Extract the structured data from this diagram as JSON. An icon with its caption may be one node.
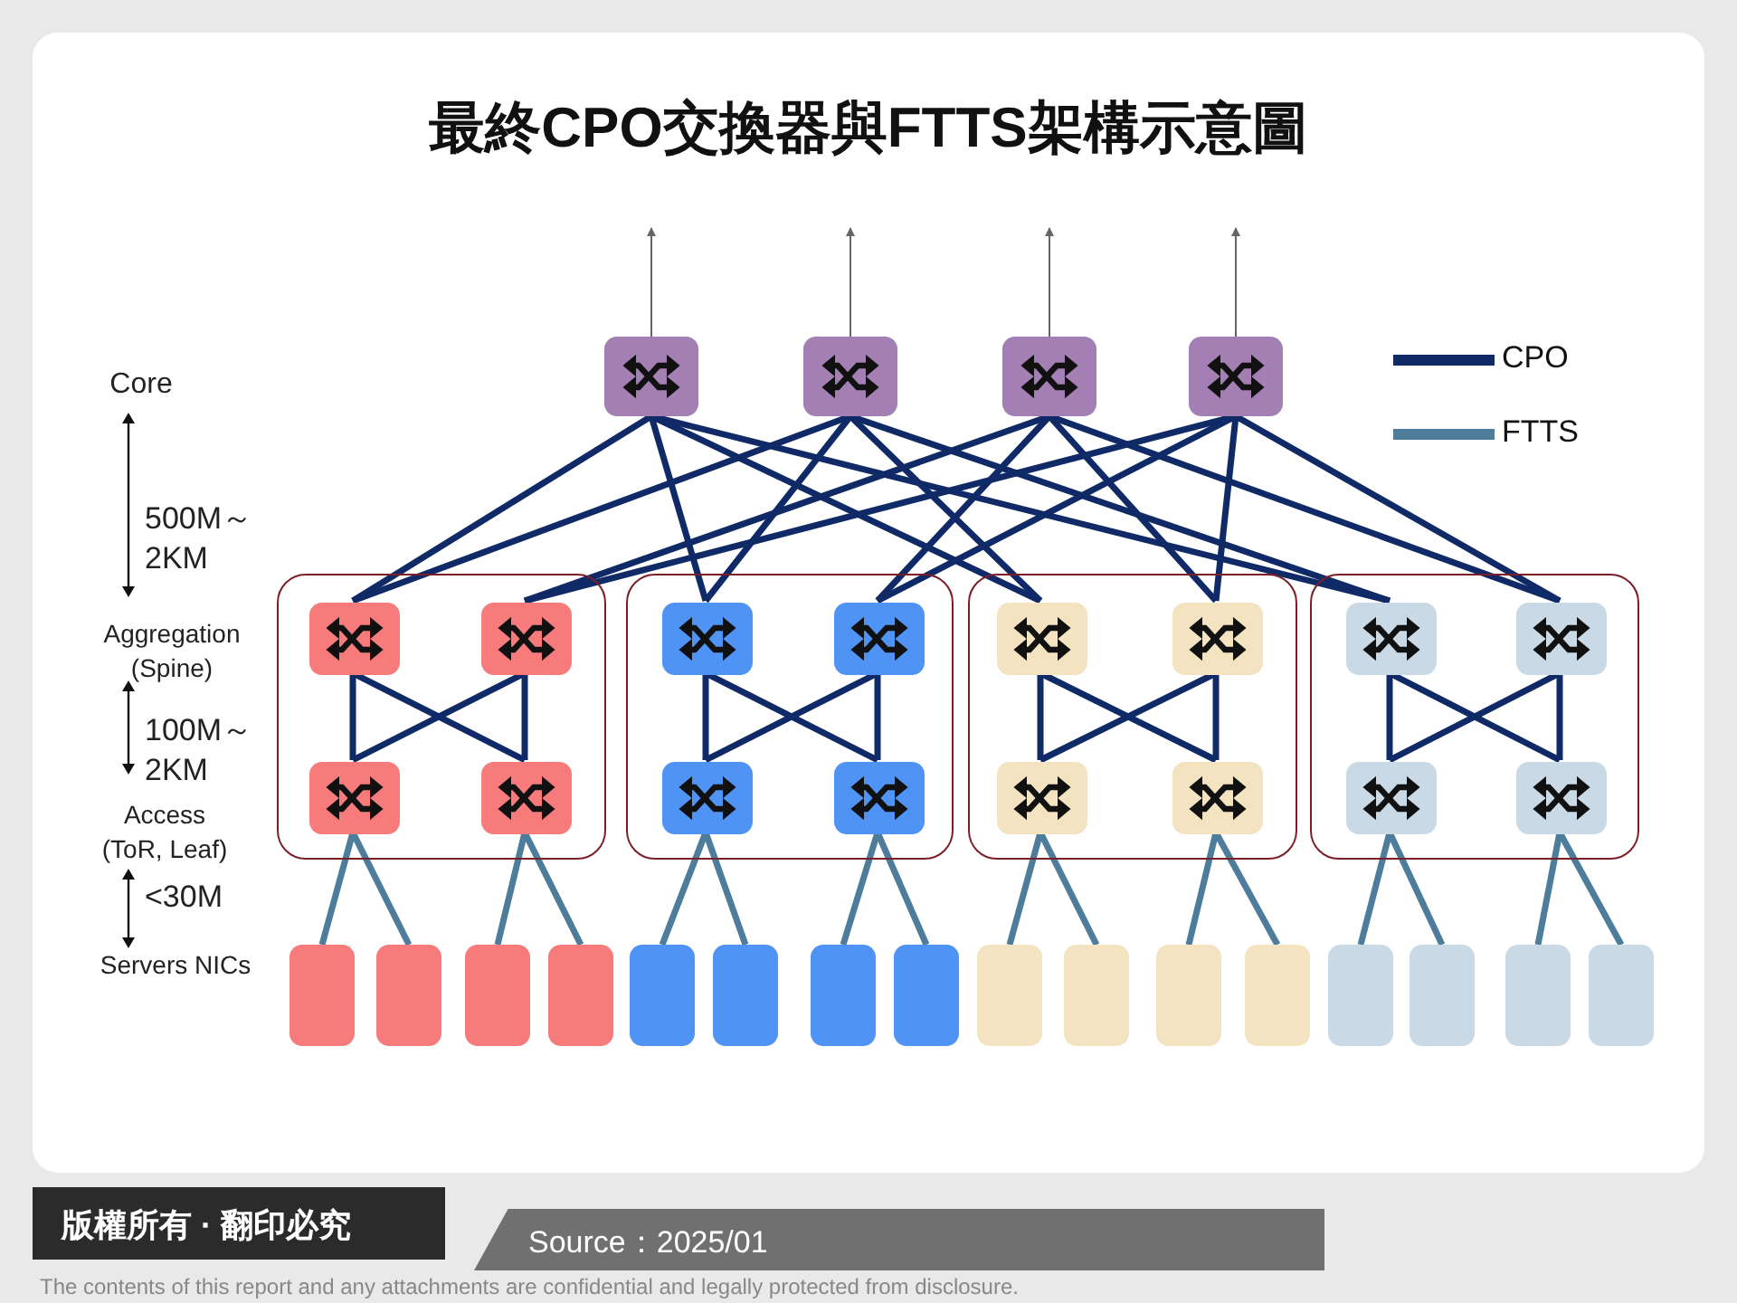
{
  "diagram": {
    "title": "最終CPO交換器與FTTS架構示意圖",
    "nodes": [
      {
        "text": [],
        "shape": "box"
      },
      {
        "text": [],
        "shape": "box"
      },
      {
        "text": [],
        "shape": "box"
      },
      {
        "text": [],
        "shape": "box"
      },
      {
        "text": [],
        "shape": "box"
      },
      {
        "text": [],
        "shape": "box"
      },
      {
        "text": [],
        "shape": "box"
      },
      {
        "text": [],
        "shape": "box"
      },
      {
        "text": [],
        "shape": "box",
        "in": 4
      },
      {
        "text": [],
        "shape": "box",
        "in": 4
      },
      {
        "text": [],
        "shape": "box",
        "in": 5
      },
      {
        "text": [],
        "shape": "box",
        "in": 5
      },
      {
        "text": [],
        "shape": "box",
        "in": 6
      },
      {
        "text": [],
        "shape": "box",
        "in": 6
      },
      {
        "text": [],
        "shape": "box",
        "in": 7
      },
      {
        "text": [],
        "shape": "box",
        "in": 7
      },
      {
        "text": [],
        "shape": "box",
        "in": 4
      },
      {
        "text": [],
        "shape": "box",
        "in": 4
      },
      {
        "text": [],
        "shape": "box",
        "in": 5
      },
      {
        "text": [],
        "shape": "box",
        "in": 5
      },
      {
        "text": [],
        "shape": "box",
        "in": 6
      },
      {
        "text": [],
        "shape": "box",
        "in": 6
      },
      {
        "text": [],
        "shape": "box",
        "in": 7
      },
      {
        "text": [],
        "shape": "box",
        "in": 7
      },
      {
        "text": [],
        "shape": "box"
      },
      {
        "text": [],
        "shape": "box"
      },
      {
        "text": [],
        "shape": "box"
      },
      {
        "text": [],
        "shape": "box"
      },
      {
        "text": [],
        "shape": "box"
      },
      {
        "text": [],
        "shape": "box"
      },
      {
        "text": [],
        "shape": "box"
      },
      {
        "text": [],
        "shape": "box"
      },
      {
        "text": [],
        "shape": "box"
      },
      {
        "text": [],
        "shape": "box"
      },
      {
        "text": [],
        "shape": "box"
      },
      {
        "text": [],
        "shape": "box"
      },
      {
        "text": [],
        "shape": "box"
      },
      {
        "text": [],
        "shape": "box"
      },
      {
        "text": [],
        "shape": "box"
      },
      {
        "text": [],
        "shape": "box"
      }
    ],
    "edges": [
      {
        "from": 0,
        "to": null,
        "arrow": "to",
        "color": "#666666"
      },
      {
        "from": 1,
        "to": null,
        "arrow": "to",
        "color": "#666666"
      },
      {
        "from": 2,
        "to": null,
        "arrow": "to",
        "color": "#666666"
      },
      {
        "from": 3,
        "to": null,
        "arrow": "to",
        "color": "#666666"
      },
      {
        "from": 0,
        "to": 8,
        "arrow": "none"
      },
      {
        "from": 0,
        "to": 10,
        "arrow": "none"
      },
      {
        "from": 0,
        "to": 12,
        "arrow": "none"
      },
      {
        "from": 0,
        "to": 14,
        "arrow": "none"
      },
      {
        "from": 1,
        "to": 8,
        "arrow": "none"
      },
      {
        "from": 1,
        "to": 10,
        "arrow": "none"
      },
      {
        "from": 1,
        "to": 12,
        "arrow": "none"
      },
      {
        "from": 1,
        "to": 14,
        "arrow": "none"
      },
      {
        "from": 2,
        "to": 9,
        "arrow": "none"
      },
      {
        "from": 2,
        "to": 11,
        "arrow": "none"
      },
      {
        "from": 2,
        "to": 13,
        "arrow": "none"
      },
      {
        "from": 2,
        "to": 15,
        "arrow": "none"
      },
      {
        "from": 3,
        "to": 9,
        "arrow": "none"
      },
      {
        "from": 3,
        "to": 11,
        "arrow": "none"
      },
      {
        "from": 3,
        "to": 13,
        "arrow": "none"
      },
      {
        "from": 3,
        "to": 15,
        "arrow": "none"
      },
      {
        "from": 8,
        "to": 16,
        "arrow": "none"
      },
      {
        "from": 8,
        "to": 17,
        "arrow": "none"
      },
      {
        "from": 9,
        "to": 16,
        "arrow": "none"
      },
      {
        "from": 9,
        "to": 17,
        "arrow": "none"
      },
      {
        "from": 10,
        "to": 18,
        "arrow": "none"
      },
      {
        "from": 10,
        "to": 19,
        "arrow": "none"
      },
      {
        "from": 11,
        "to": 18,
        "arrow": "none"
      },
      {
        "from": 11,
        "to": 19,
        "arrow": "none"
      },
      {
        "from": 12,
        "to": 20,
        "arrow": "none"
      },
      {
        "from": 12,
        "to": 21,
        "arrow": "none"
      },
      {
        "from": 13,
        "to": 20,
        "arrow": "none"
      },
      {
        "from": 13,
        "to": 21,
        "arrow": "none"
      },
      {
        "from": 14,
        "to": 22,
        "arrow": "none"
      },
      {
        "from": 14,
        "to": 23,
        "arrow": "none"
      },
      {
        "from": 15,
        "to": 22,
        "arrow": "none"
      },
      {
        "from": 15,
        "to": 23,
        "arrow": "none"
      },
      {
        "from": 16,
        "to": 24,
        "arrow": "none",
        "color": "#4d7d9b"
      },
      {
        "from": 16,
        "to": 25,
        "arrow": "none",
        "color": "#4d7d9b"
      },
      {
        "from": 17,
        "to": 26,
        "arrow": "none",
        "color": "#4d7d9b"
      },
      {
        "from": 17,
        "to": 27,
        "arrow": "none",
        "color": "#4d7d9b"
      },
      {
        "from": 18,
        "to": 28,
        "arrow": "none",
        "color": "#4d7d9b"
      },
      {
        "from": 18,
        "to": 29,
        "arrow": "none",
        "color": "#4d7d9b"
      },
      {
        "from": 19,
        "to": 30,
        "arrow": "none",
        "color": "#4d7d9b"
      },
      {
        "from": 19,
        "to": 31,
        "arrow": "none",
        "color": "#4d7d9b"
      },
      {
        "from": 20,
        "to": 32,
        "arrow": "none",
        "color": "#4d7d9b"
      },
      {
        "from": 20,
        "to": 33,
        "arrow": "none",
        "color": "#4d7d9b"
      },
      {
        "from": 21,
        "to": 34,
        "arrow": "none",
        "color": "#4d7d9b"
      },
      {
        "from": 21,
        "to": 35,
        "arrow": "none",
        "color": "#4d7d9b"
      },
      {
        "from": 22,
        "to": 36,
        "arrow": "none",
        "color": "#4d7d9b"
      },
      {
        "from": 22,
        "to": 37,
        "arrow": "none",
        "color": "#4d7d9b"
      },
      {
        "from": 23,
        "to": 38,
        "arrow": "none",
        "color": "#4d7d9b"
      },
      {
        "from": 23,
        "to": 39,
        "arrow": "none",
        "color": "#4d7d9b"
      }
    ],
    "labels": [
      "Core",
      "500M～ 2KM",
      "Aggregation (Spine)",
      "100M～ 2KM",
      "Access (ToR, Leaf)",
      "<30M",
      "Servers NICs",
      "版權所有 · 翻印必究",
      "Source：2025/01",
      "The contents of this report and any attachments are confidential and legally protected from disclosure."
    ],
    "legend": [
      {
        "text": "CPO"
      },
      {
        "text": "FTTS"
      }
    ]
  }
}
